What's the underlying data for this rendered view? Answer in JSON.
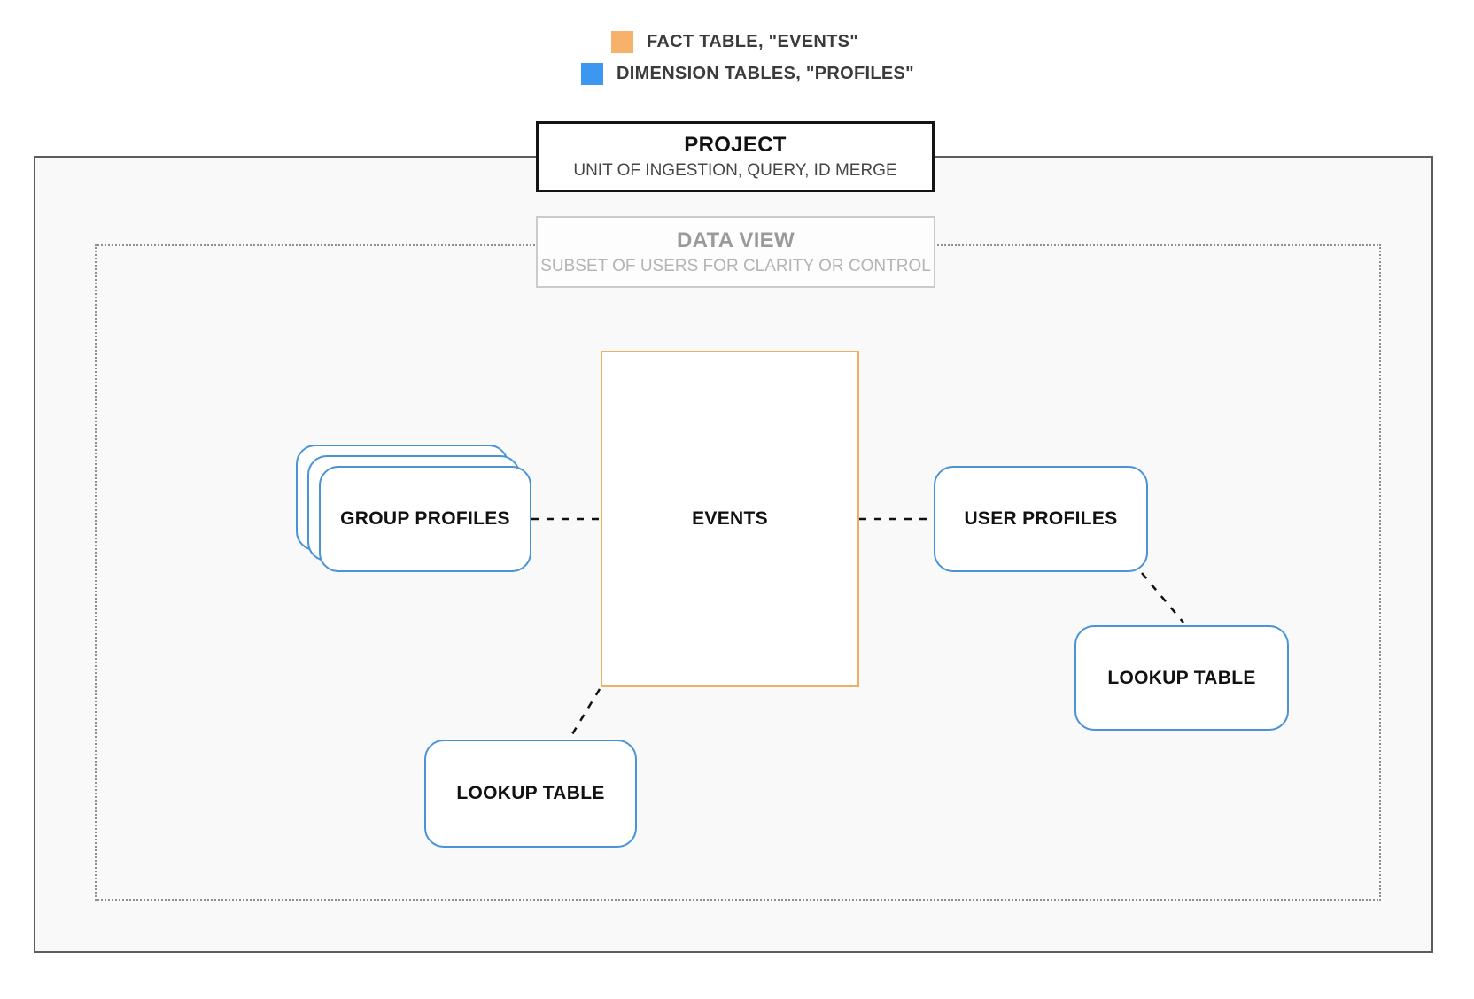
{
  "legend": {
    "items": [
      {
        "icon": "fact-table-swatch",
        "label": "FACT TABLE, \"EVENTS\"",
        "color": "#f6b26b"
      },
      {
        "icon": "dimension-table-swatch",
        "label": "DIMENSION TABLES, \"PROFILES\"",
        "color": "#3b97f0"
      }
    ]
  },
  "project_box": {
    "title": "PROJECT",
    "subtitle": "UNIT OF INGESTION, QUERY, ID MERGE"
  },
  "data_view_box": {
    "title": "DATA VIEW",
    "subtitle": "SUBSET OF USERS FOR CLARITY OR CONTROL"
  },
  "nodes": {
    "events": {
      "label": "EVENTS",
      "type": "fact"
    },
    "group_profiles": {
      "label": "GROUP PROFILES",
      "type": "dimension",
      "stacked": true
    },
    "user_profiles": {
      "label": "USER PROFILES",
      "type": "dimension"
    },
    "lookup_table_right": {
      "label": "LOOKUP TABLE",
      "type": "dimension"
    },
    "lookup_table_bottom": {
      "label": "LOOKUP TABLE",
      "type": "dimension"
    }
  },
  "connections": [
    {
      "from": "group_profiles",
      "to": "events",
      "style": "dashed"
    },
    {
      "from": "events",
      "to": "user_profiles",
      "style": "dashed"
    },
    {
      "from": "user_profiles",
      "to": "lookup_table_right",
      "style": "dashed"
    },
    {
      "from": "events",
      "to": "lookup_table_bottom",
      "style": "dashed"
    }
  ],
  "colors": {
    "fact_accent": "#f6b26b",
    "fact_border": "#efae63",
    "dimension_accent": "#3b97f0",
    "dimension_border": "#4993d6",
    "connector": "#111111",
    "outer_border": "#5c5c5c",
    "dotted_border": "#8f8f8f"
  }
}
